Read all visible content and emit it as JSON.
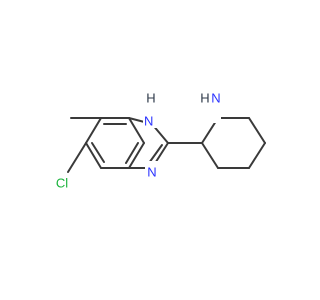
{
  "molecule": {
    "atom_labels": {
      "nh_benzimidazole": "H",
      "n_benzimidazole": "N",
      "nh_piperidine": "H",
      "cl": "Cl"
    },
    "colors": {
      "bond": "#3a3a3a",
      "nitrogen": "#2a32ff",
      "chlorine": "#18b23a",
      "text": "#2f3a4a"
    }
  }
}
